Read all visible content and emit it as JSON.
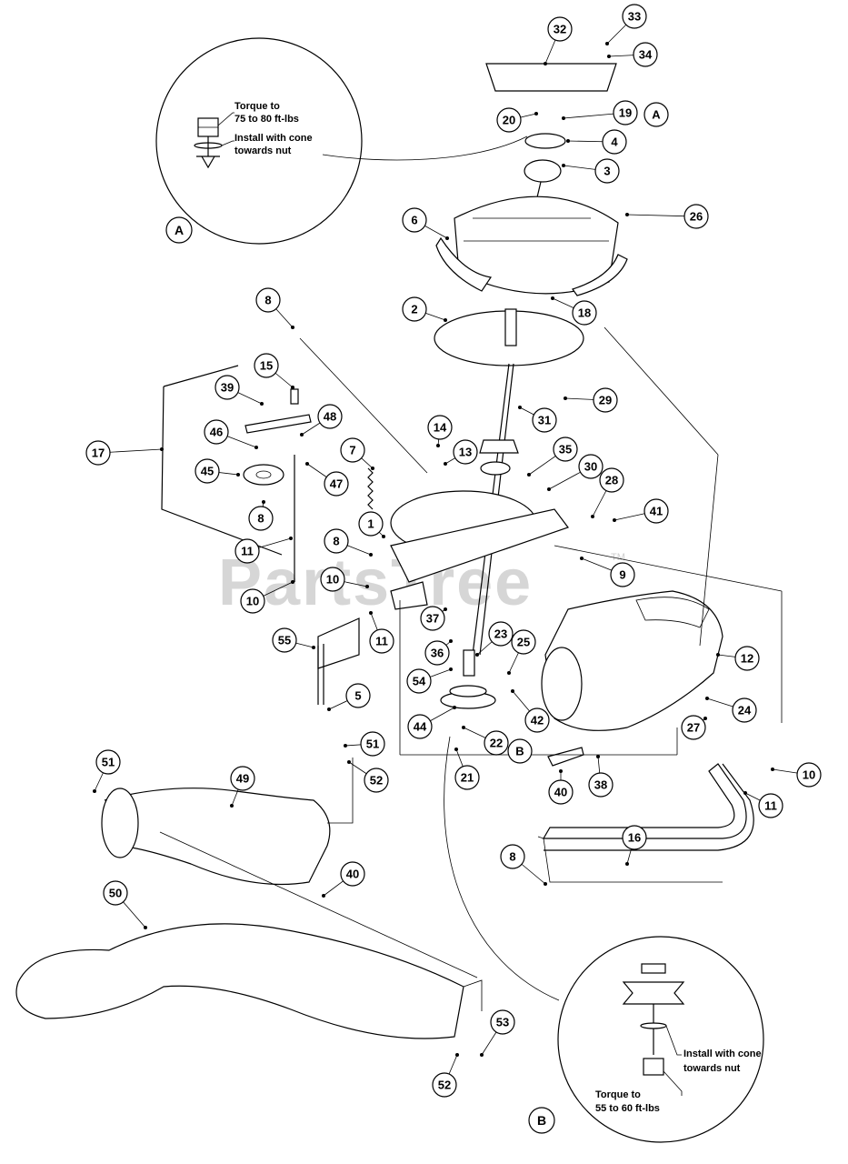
{
  "watermark": {
    "text": "PartsTree",
    "trademark": "TM"
  },
  "detail_a": {
    "letter": "A",
    "note_torque_line1": "Torque to",
    "note_torque_line2": "75 to 80 ft-lbs",
    "note_install_line1": "Install with cone",
    "note_install_line2": "towards nut"
  },
  "detail_b": {
    "letter": "B",
    "note_install_line1": "Install with cone",
    "note_install_line2": "towards nut",
    "note_torque_line1": "Torque to",
    "note_torque_line2": "55 to 60 ft-lbs"
  },
  "callout_labels": [
    "33",
    "32",
    "34",
    "19",
    "A",
    "20",
    "4",
    "3",
    "6",
    "26",
    "8",
    "2",
    "18",
    "15",
    "39",
    "29",
    "31",
    "48",
    "46",
    "14",
    "13",
    "35",
    "17",
    "7",
    "45",
    "47",
    "30",
    "8",
    "28",
    "41",
    "1",
    "8",
    "11",
    "9",
    "10",
    "10",
    "11",
    "37",
    "55",
    "23",
    "25",
    "12",
    "36",
    "24",
    "54",
    "5",
    "44",
    "42",
    "27",
    "22",
    "B",
    "51",
    "51",
    "21",
    "38",
    "40",
    "52",
    "10",
    "11",
    "49",
    "16",
    "8",
    "40",
    "50",
    "53",
    "52"
  ],
  "colors": {
    "ink": "#000000",
    "watermark": "#d6d6d6",
    "paper": "#ffffff"
  }
}
